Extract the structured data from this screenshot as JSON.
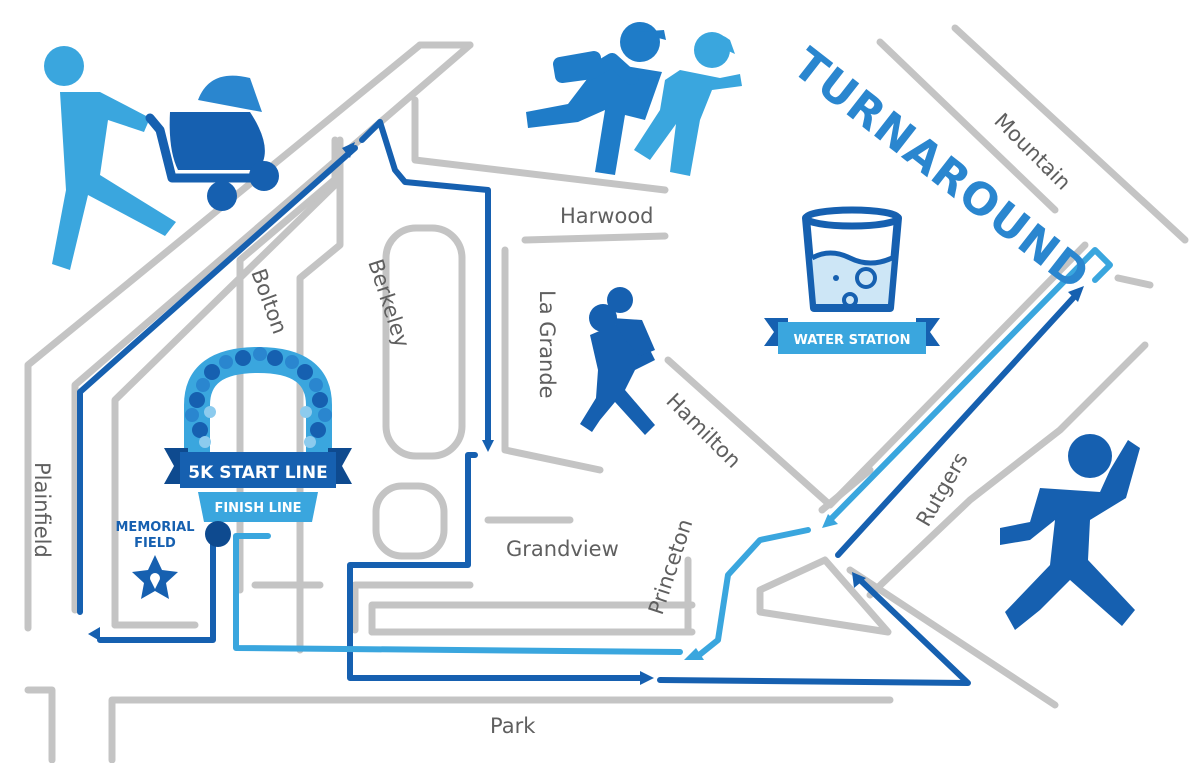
{
  "streets": {
    "harwood": "Harwood",
    "mountain": "Mountain",
    "bolton": "Bolton",
    "berkeley": "Berkeley",
    "la_grande": "La Grande",
    "hamilton": "Hamilton",
    "rutgers": "Rutgers",
    "plainfield": "Plainfield",
    "grandview": "Grandview",
    "princeton": "Princeton",
    "park": "Park"
  },
  "labels": {
    "turnaround": "TURNAROUND",
    "water_station": "WATER STATION",
    "start_line": "5K START LINE",
    "finish_line": "FINISH LINE",
    "memorial_line1": "MEMORIAL",
    "memorial_line2": "FIELD"
  },
  "icons": {
    "stroller": "person-pushing-stroller-icon",
    "runners": "two-runners-icon",
    "water": "water-cup-icon",
    "piggyback": "piggyback-runner-icon",
    "runner": "runner-icon",
    "memorial": "star-location-icon"
  },
  "colors": {
    "dark_blue": "#1660b0",
    "mid_blue": "#2a86cf",
    "light_blue": "#3aa6de",
    "road_gray": "#c4c4c4",
    "text_gray": "#5f5f5f"
  }
}
